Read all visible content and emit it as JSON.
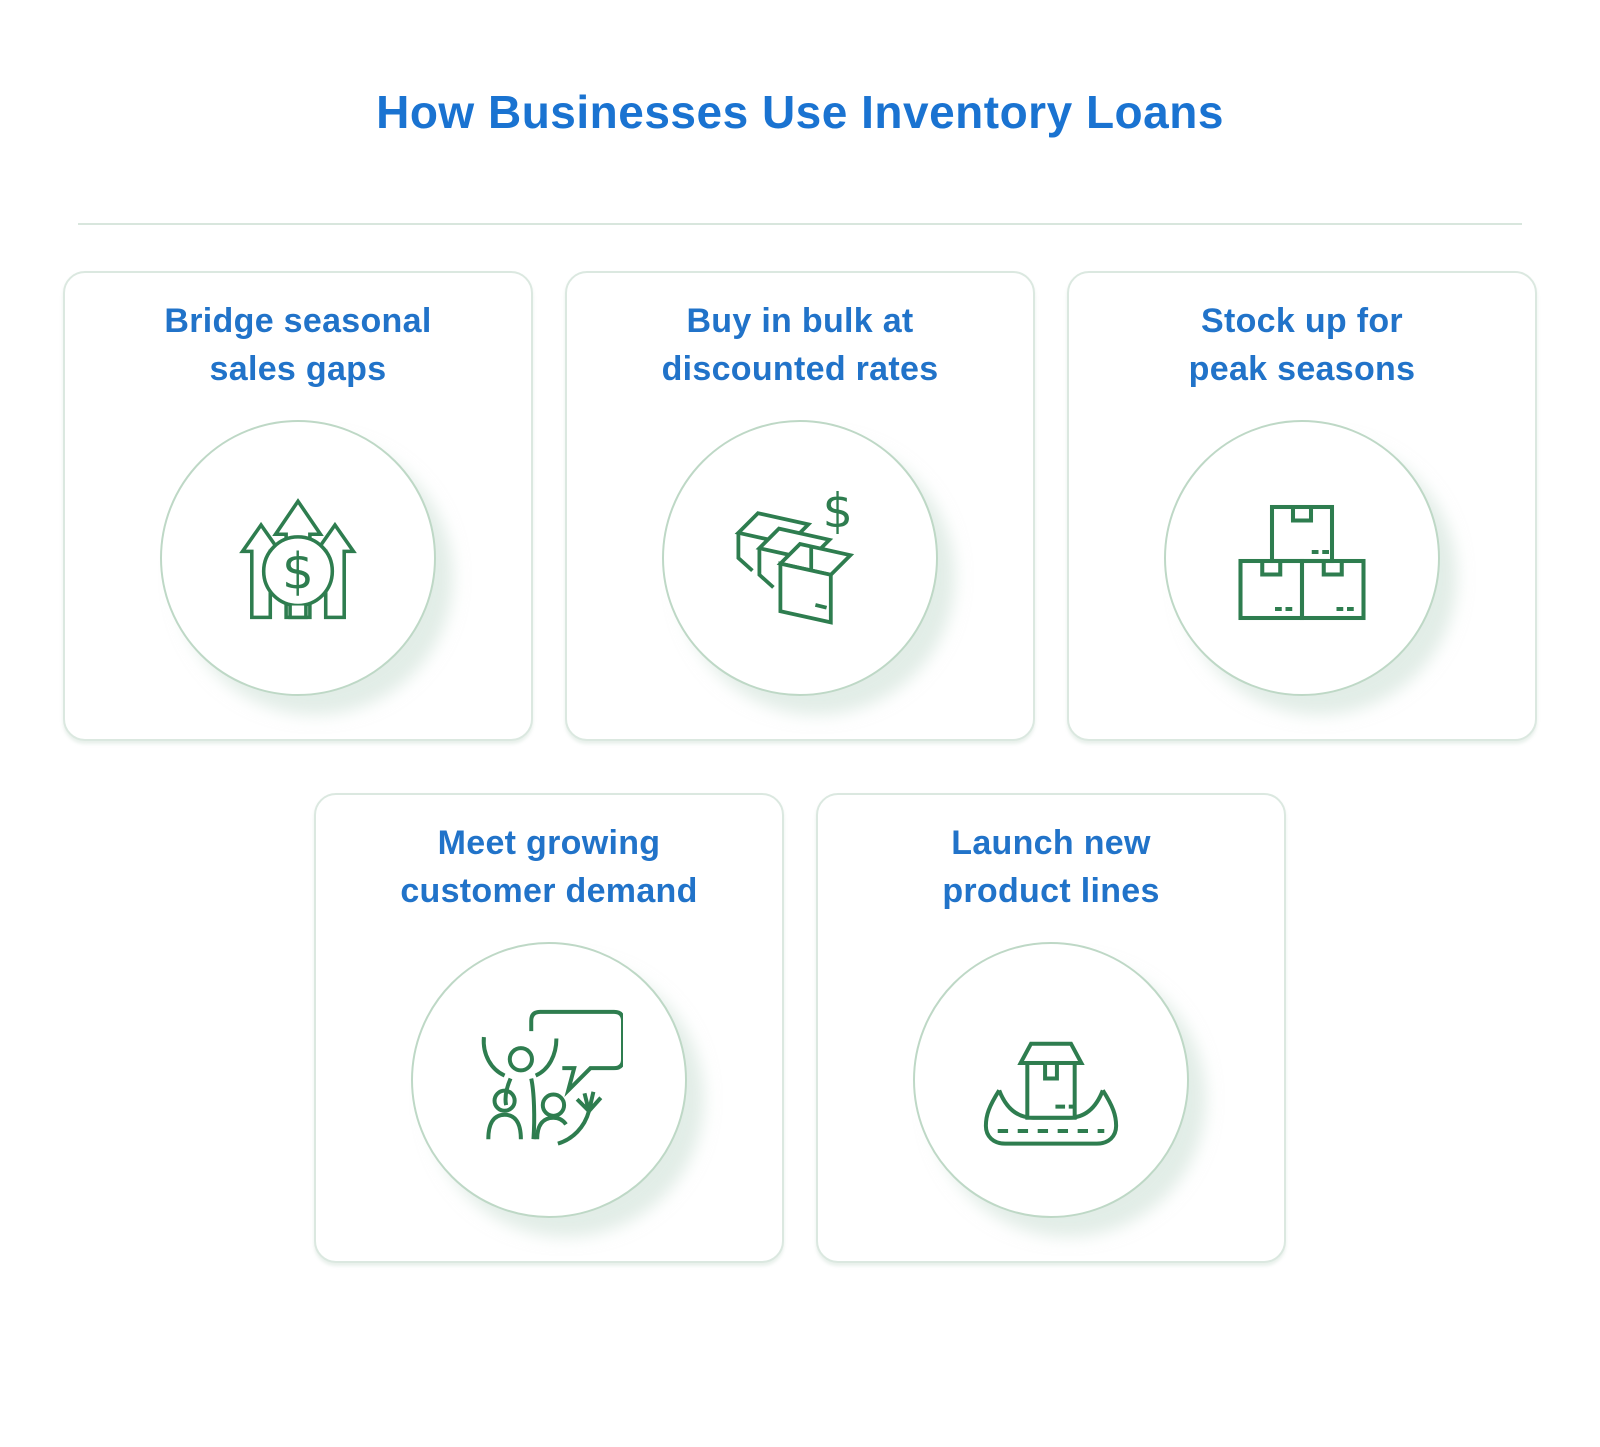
{
  "page": {
    "title": "How Businesses Use Inventory Loans"
  },
  "cards": [
    {
      "title_line1": "Bridge seasonal",
      "title_line2": "sales gaps",
      "icon": "growth-arrows-dollar-icon"
    },
    {
      "title_line1": "Buy in bulk at",
      "title_line2": "discounted rates",
      "icon": "bulk-boxes-dollar-icon"
    },
    {
      "title_line1": "Stock up for",
      "title_line2": "peak seasons",
      "icon": "stacked-boxes-icon"
    },
    {
      "title_line1": "Meet growing",
      "title_line2": "customer demand",
      "icon": "customers-speech-bubble-icon"
    },
    {
      "title_line1": "Launch new",
      "title_line2": "product lines",
      "icon": "conveyor-belt-box-icon"
    }
  ],
  "icons": {
    "dollar_symbol": "$"
  },
  "colors": {
    "heading_blue": "#1A73D1",
    "card_title_blue": "#2173C9",
    "icon_green": "#2E7D4F",
    "icon_circle_border": "#BED8C6",
    "card_border": "#DBE8E0",
    "divider": "#D8E6DD",
    "background": "#FFFFFF"
  }
}
